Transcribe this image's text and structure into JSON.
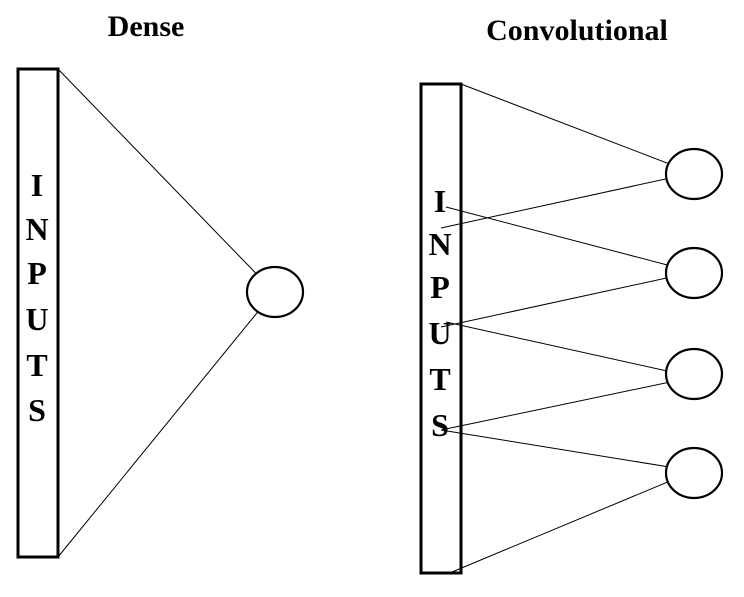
{
  "dense": {
    "title": "Dense",
    "inputs_letters": [
      "I",
      "N",
      "P",
      "U",
      "T",
      "S"
    ]
  },
  "convolutional": {
    "title": "Convolutional",
    "inputs_letters": [
      "I",
      "N",
      "P",
      "U",
      "T",
      "S"
    ]
  },
  "colors": {
    "ink": "#000000",
    "background": "#ffffff"
  }
}
